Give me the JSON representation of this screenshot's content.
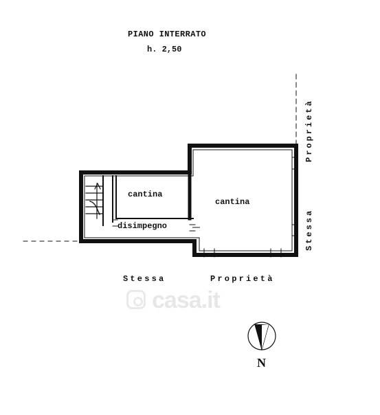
{
  "plan": {
    "title": "PIANO INTERRATO",
    "height_label": "h. 2,50",
    "rooms": {
      "cantina_small": "cantina",
      "cantina_large": "cantina",
      "disimpegno": "disimpegno"
    },
    "boundary_labels": {
      "bottom_left": "Stessa",
      "bottom_right": "Proprietà",
      "right_upper": "Proprietà",
      "right_lower": "Stessa"
    },
    "watermark": "casa.it",
    "north_label": "N"
  }
}
